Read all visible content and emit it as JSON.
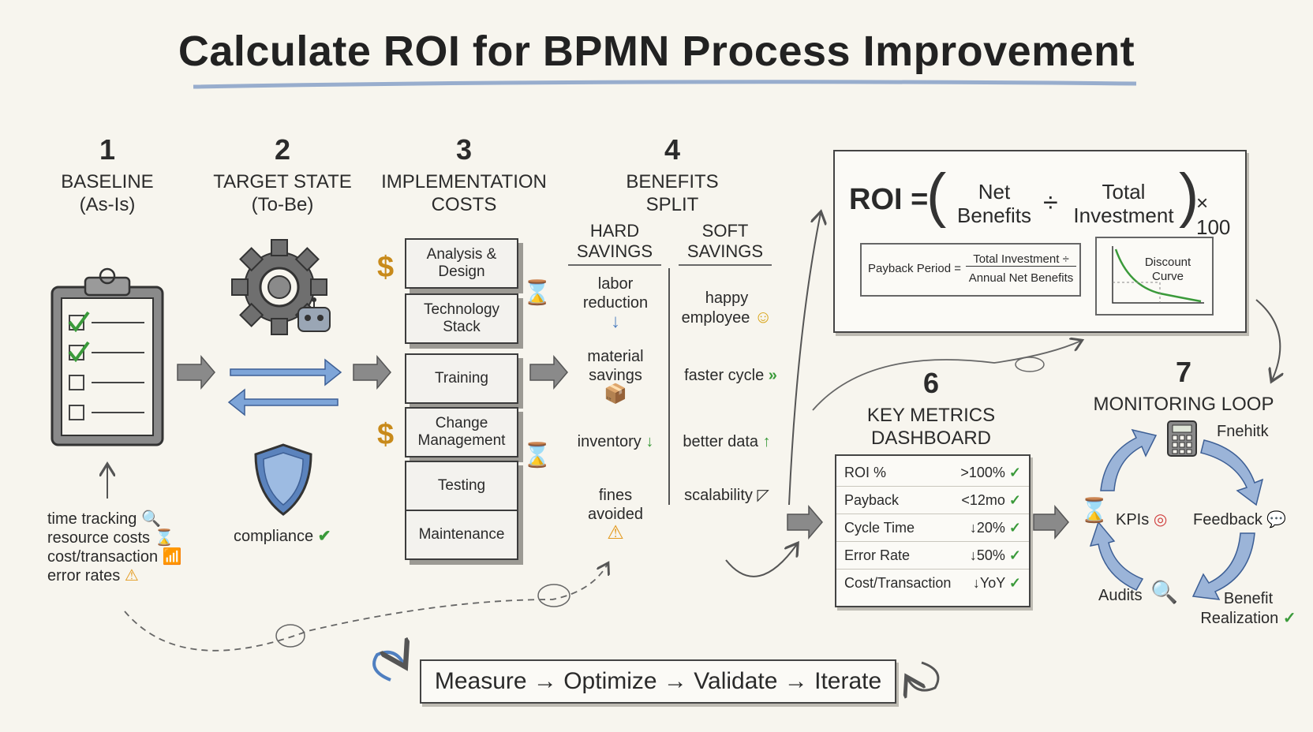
{
  "title": "Calculate ROI for BPMN Process Improvement",
  "steps": {
    "s1": {
      "num": "1",
      "label_1": "BASELINE",
      "label_2": "(As-Is)"
    },
    "s2": {
      "num": "2",
      "label_1": "TARGET STATE",
      "label_2": "(To-Be)"
    },
    "s3": {
      "num": "3",
      "label_1": "IMPLEMENTATION",
      "label_2": "COSTS"
    },
    "s4": {
      "num": "4",
      "label_1": "BENEFITS",
      "label_2": "SPLIT"
    },
    "s6": {
      "num": "6",
      "label_1": "KEY METRICS",
      "label_2": "DASHBOARD"
    },
    "s7": {
      "num": "7",
      "label_1": "MONITORING LOOP"
    }
  },
  "baseline": {
    "items": [
      "time tracking",
      "resource costs",
      "cost/transaction",
      "error rates"
    ],
    "item_icons": [
      "🔍",
      "⌛",
      "📶",
      "⚠"
    ]
  },
  "target": {
    "compliance": "compliance",
    "compliance_icon": "✔"
  },
  "costs": [
    "Analysis & Design",
    "Technology Stack",
    "Training",
    "Change Management",
    "Testing",
    "Maintenance"
  ],
  "cost_icons": {
    "dollar": "$",
    "hourglass": "⌛"
  },
  "benefits": {
    "hard_header_1": "HARD",
    "hard_header_2": "SAVINGS",
    "soft_header_1": "SOFT",
    "soft_header_2": "SAVINGS",
    "hard": [
      {
        "l1": "labor",
        "l2": "reduction",
        "icon": "↓"
      },
      {
        "l1": "material",
        "l2": "savings",
        "icon": "📦"
      },
      {
        "l1": "inventory",
        "icon": "↓"
      },
      {
        "l1": "fines",
        "l2": "avoided",
        "icon": "⚠"
      }
    ],
    "soft": [
      {
        "l1": "happy",
        "l2": "employee",
        "icon": "☺"
      },
      {
        "l1": "faster cycle",
        "icon": "»"
      },
      {
        "l1": "better data",
        "icon": "↑"
      },
      {
        "l1": "scalability",
        "icon": "◸"
      }
    ]
  },
  "formula": {
    "roi": "ROI =",
    "net_1": "Net",
    "net_2": "Benefits",
    "divide": "÷",
    "total_1": "Total",
    "total_2": "Investment",
    "times": "× 100",
    "payback_label": "Payback Period =",
    "payback_num": "Total Investment ÷",
    "payback_den": "Annual Net Benefits",
    "curve_1": "Discount",
    "curve_2": "Curve"
  },
  "metrics": [
    {
      "name": "ROI %",
      "value": ">100%"
    },
    {
      "name": "Payback",
      "value": "<12mo"
    },
    {
      "name": "Cycle Time",
      "value": "↓20%"
    },
    {
      "name": "Error Rate",
      "value": "↓50%"
    },
    {
      "name": "Cost/Transaction",
      "value": "↓YoY"
    }
  ],
  "metric_check": "✓",
  "loop": {
    "frenik": "Fnehitk",
    "kpis": "KPIs",
    "feedback": "Feedback",
    "audits": "Audits",
    "benefit_1": "Benefit",
    "benefit_2": "Realization",
    "check": "✓"
  },
  "bottom": "Measure → Optimize → Validate → Iterate",
  "colors": {
    "accent_blue": "#4f7fc0",
    "check_green": "#3a9a3a",
    "gold": "#c88a1a",
    "warning": "#e39a1f"
  }
}
